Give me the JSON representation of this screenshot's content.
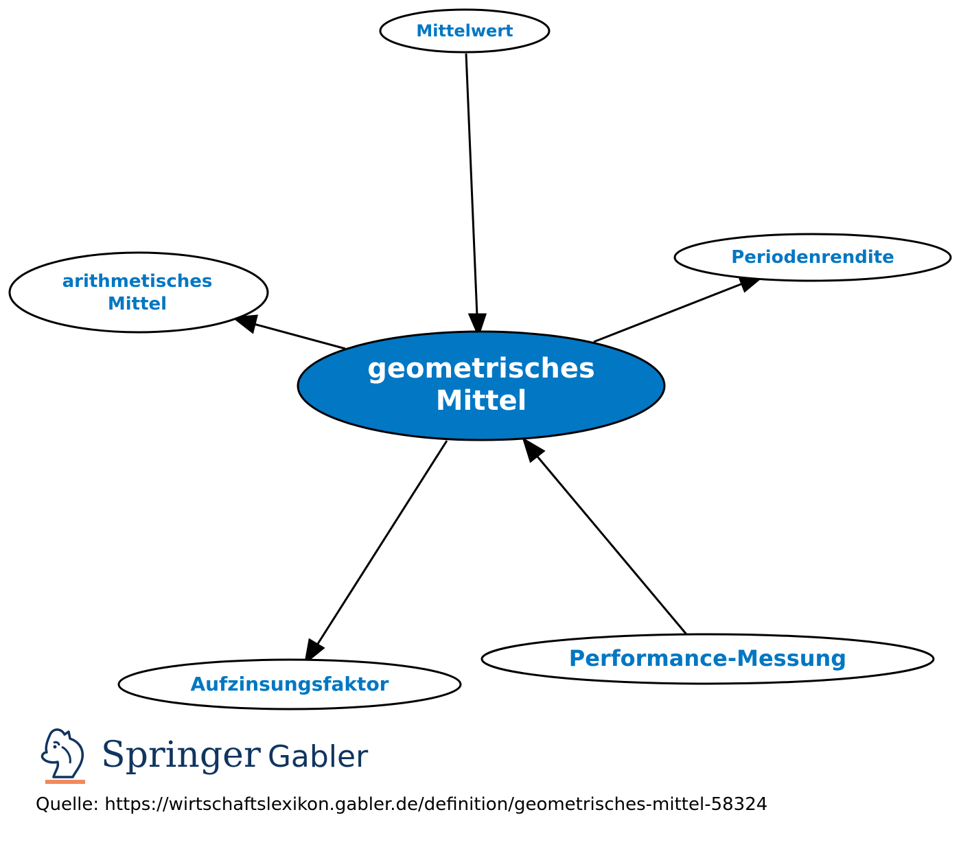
{
  "diagram": {
    "center": {
      "line1": "geometrisches",
      "line2": "Mittel"
    },
    "nodes": {
      "mittelwert": "Mittelwert",
      "arithmetisch": {
        "line1": "arithmetisches",
        "line2": "Mittel"
      },
      "periodenrendite": "Periodenrendite",
      "aufzinsungsfaktor": "Aufzinsungsfaktor",
      "performance": "Performance-Messung"
    },
    "colors": {
      "center_fill": "#0277c3",
      "link_text": "#0277c3",
      "stroke": "#000000",
      "center_text": "#ffffff"
    }
  },
  "logo": {
    "brand": "Springer",
    "sub": "Gabler"
  },
  "source": {
    "text": "Quelle: https://wirtschaftslexikon.gabler.de/definition/geometrisches-mittel-58324"
  }
}
